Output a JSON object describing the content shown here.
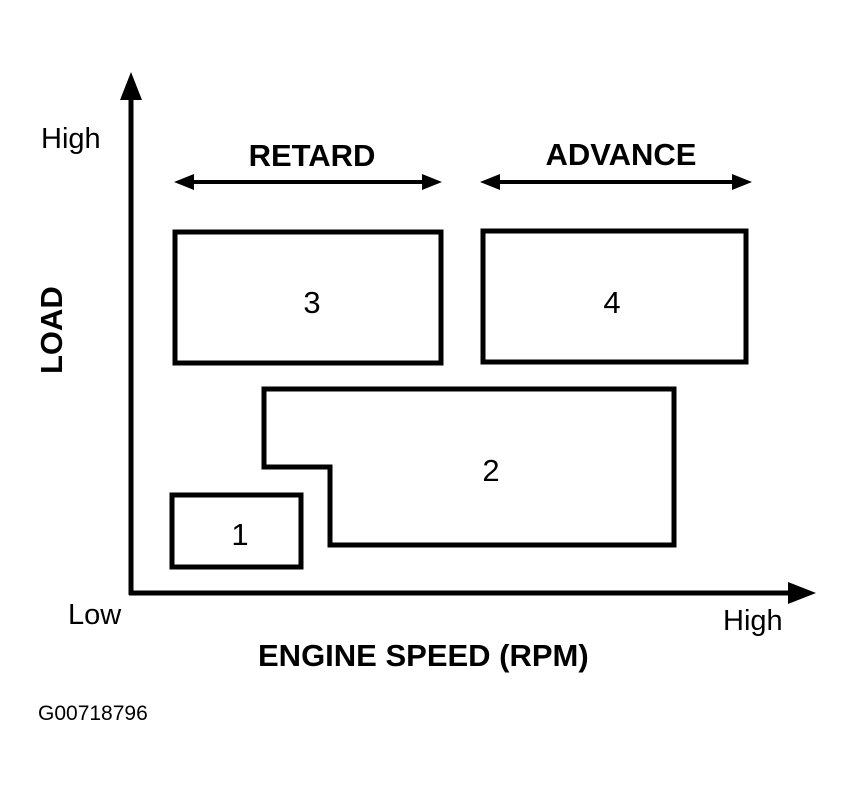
{
  "axes": {
    "y": {
      "title": "LOAD",
      "high": "High"
    },
    "x": {
      "title": "ENGINE SPEED (RPM)",
      "high": "High"
    },
    "origin": "Low"
  },
  "ranges": {
    "retard": "RETARD",
    "advance": "ADVANCE"
  },
  "regions": [
    {
      "label": "1"
    },
    {
      "label": "2"
    },
    {
      "label": "3"
    },
    {
      "label": "4"
    }
  ],
  "figure_code": "G00718796"
}
